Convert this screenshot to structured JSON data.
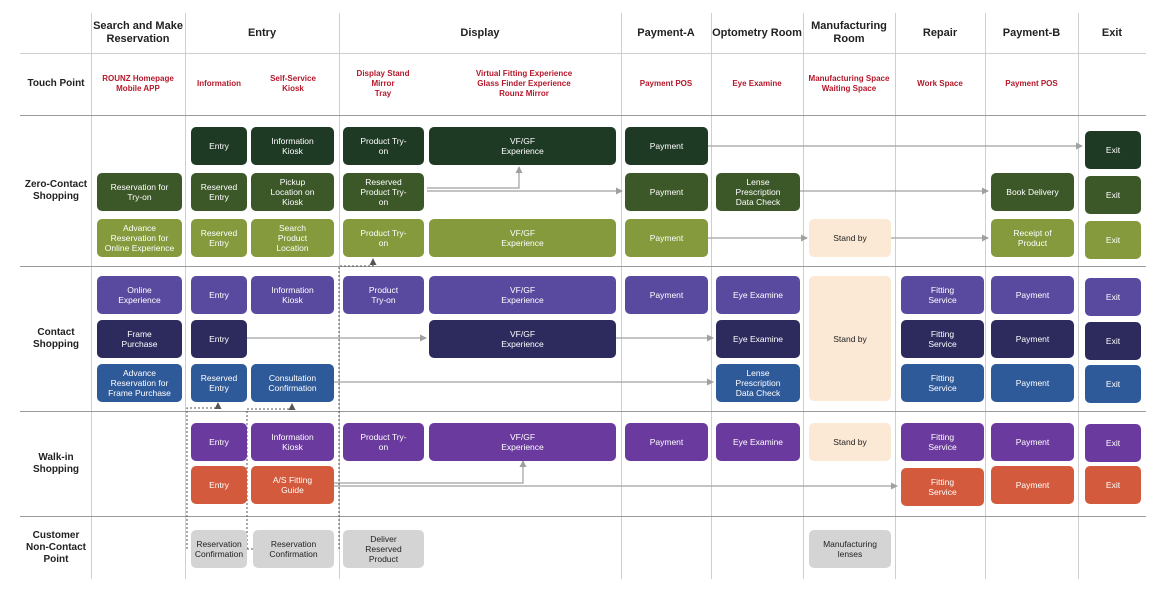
{
  "columns": [
    "Search and Make Reservation",
    "Entry",
    "Display",
    "Payment-A",
    "Optometry Room",
    "Manufacturing Room",
    "Repair",
    "Payment-B",
    "Exit"
  ],
  "rows": {
    "touch_point": "Touch Point",
    "zero_contact": "Zero-Contact Shopping",
    "contact": "Contact Shopping",
    "walk_in": "Walk-in Shopping",
    "non_contact": "Customer Non-Contact Point"
  },
  "touch_points": {
    "rounz": "ROUNZ Homepage\nMobile APP",
    "information": "Information",
    "kiosk": "Self-Service\nKiosk",
    "display_stand": "Display Stand\nMirror\nTray",
    "virtual_fitting": "Virtual Fitting Experience\nGlass Finder Experience\nRounz Mirror",
    "payment_pos_a": "Payment POS",
    "eye_examine": "Eye Examine",
    "manufacturing_space": "Manufacturing Space\nWaiting Space",
    "work_space": "Work Space",
    "payment_pos_b": "Payment POS"
  },
  "boxes": {
    "z1_entry": "Entry",
    "z1_info_kiosk": "Information\nKiosk",
    "z1_product_tryon": "Product    Try-\non",
    "z1_vfgf": "VF/GF\nExperience",
    "z1_payment": "Payment",
    "z1_exit": "Exit",
    "z2_reservation": "Reservation for\nTry-on",
    "z2_reserved_entry": "Reserved\nEntry",
    "z2_pickup": "Pickup\nLocation on\nKiosk",
    "z2_reserved_product": "Reserved\nProduct    Try-\non",
    "z2_payment": "Payment",
    "z2_lense": "Lense\nPrescription\nData Check",
    "z2_book_delivery": "Book Delivery",
    "z2_exit": "Exit",
    "z3_advance": "Advance\nReservation for\nOnline Experience",
    "z3_reserved_entry": "Reserved\nEntry",
    "z3_search": "Search\nProduct\nLocation",
    "z3_product_tryon": "Product    Try-\non",
    "z3_vfgf": "VF/GF\nExperience",
    "z3_payment": "Payment",
    "z3_standby": "Stand by",
    "z3_receipt": "Receipt of\nProduct",
    "z3_exit": "Exit",
    "c1_online": "Online\nExperience",
    "c1_entry": "Entry",
    "c1_info_kiosk": "Information\nKiosk",
    "c1_product_tryon": "Product\nTry-on",
    "c1_vfgf": "VF/GF\nExperience",
    "c1_payment": "Payment",
    "c1_eye": "Eye Examine",
    "c_standby": "Stand by",
    "c1_fitting": "Fitting\nService",
    "c1_payment_b": "Payment",
    "c1_exit": "Exit",
    "c2_frame": "Frame\nPurchase",
    "c2_entry": "Entry",
    "c2_vfgf": "VF/GF\nExperience",
    "c2_eye": "Eye Examine",
    "c2_fitting": "Fitting\nService",
    "c2_payment_b": "Payment",
    "c2_exit": "Exit",
    "c3_advance": "Advance\nReservation for\nFrame Purchase",
    "c3_reserved_entry": "Reserved\nEntry",
    "c3_consult": "Consultation\nConfirmation",
    "c3_lense": "Lense\nPrescription\nData Check",
    "c3_fitting": "Fitting\nService",
    "c3_payment_b": "Payment",
    "c3_exit": "Exit",
    "w1_entry": "Entry",
    "w1_info_kiosk": "Information\nKiosk",
    "w1_product_tryon": "Product    Try-\non",
    "w1_vfgf": "VF/GF\nExperience",
    "w1_payment": "Payment",
    "w1_eye": "Eye Examine",
    "w1_standby": "Stand by",
    "w1_fitting": "Fitting\nService",
    "w1_payment_b": "Payment",
    "w1_exit": "Exit",
    "w2_entry": "Entry",
    "w2_as_fitting": "A/S Fitting\nGuide",
    "w2_fitting": "Fitting\nService",
    "w2_payment_b": "Payment",
    "w2_exit": "Exit",
    "n_reservation_confirm": "Reservation\nConfirmation",
    "n_reservation_confirm2": "Reservation\nConfirmation",
    "n_deliver": "Deliver\nReserved\nProduct",
    "n_manufacturing": "Manufacturing\nlenses"
  },
  "colors": {
    "zero_dark": "#1e3a25",
    "zero_mid": "#3c5828",
    "zero_light": "#849a3c",
    "contact_purple": "#5a4a9f",
    "contact_navy": "#2d2b5e",
    "contact_blue": "#2f5a9a",
    "walkin_purple": "#6a3a9e",
    "walkin_orange": "#d35a3c",
    "gray": "#d4d4d4",
    "cream": "#fbe9d6",
    "touch_red": "#b5182a"
  }
}
